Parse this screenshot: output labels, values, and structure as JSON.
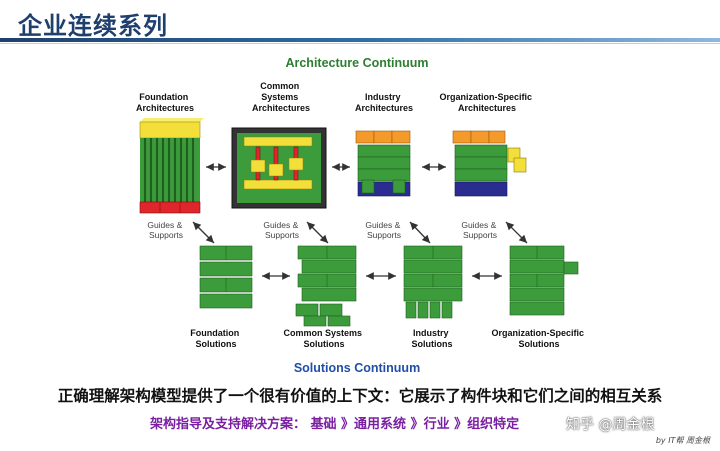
{
  "page_title": "企业连续系列",
  "architecture_continuum": {
    "heading": "Architecture Continuum",
    "foundation": [
      "Foundation",
      "Architectures"
    ],
    "common": [
      "Common",
      "Systems",
      "Architectures"
    ],
    "industry": [
      "Industry",
      "Architectures"
    ],
    "org": [
      "Organization-Specific",
      "Architectures"
    ]
  },
  "guides": [
    "Guides &",
    "Supports"
  ],
  "solutions_continuum": {
    "heading": "Solutions Continuum",
    "foundation": [
      "Foundation",
      "Solutions"
    ],
    "common": [
      "Common Systems",
      "Solutions"
    ],
    "industry": [
      "Industry",
      "Solutions"
    ],
    "org": [
      "Organization-Specific",
      "Solutions"
    ]
  },
  "caption_main": "正确理解架构模型提供了一个很有价值的上下文：它展示了构件块和它们之间的相互关系",
  "caption_sub": "架构指导及支持解决方案： 基础 》通用系统 》行业 》组织特定",
  "watermark": "知乎 @周金根",
  "credit": "by IT帮 周金根",
  "colors": {
    "title": "#1f3f6e",
    "heading_green": "#2e7d32",
    "heading_blue": "#1f4fa8",
    "block_green": "#3c9c3c",
    "block_yellow": "#f3df3a",
    "block_orange": "#f59a2a",
    "block_red": "#e0262b",
    "block_navy": "#2b2c8f",
    "caption_sub": "#7a1fa2"
  }
}
